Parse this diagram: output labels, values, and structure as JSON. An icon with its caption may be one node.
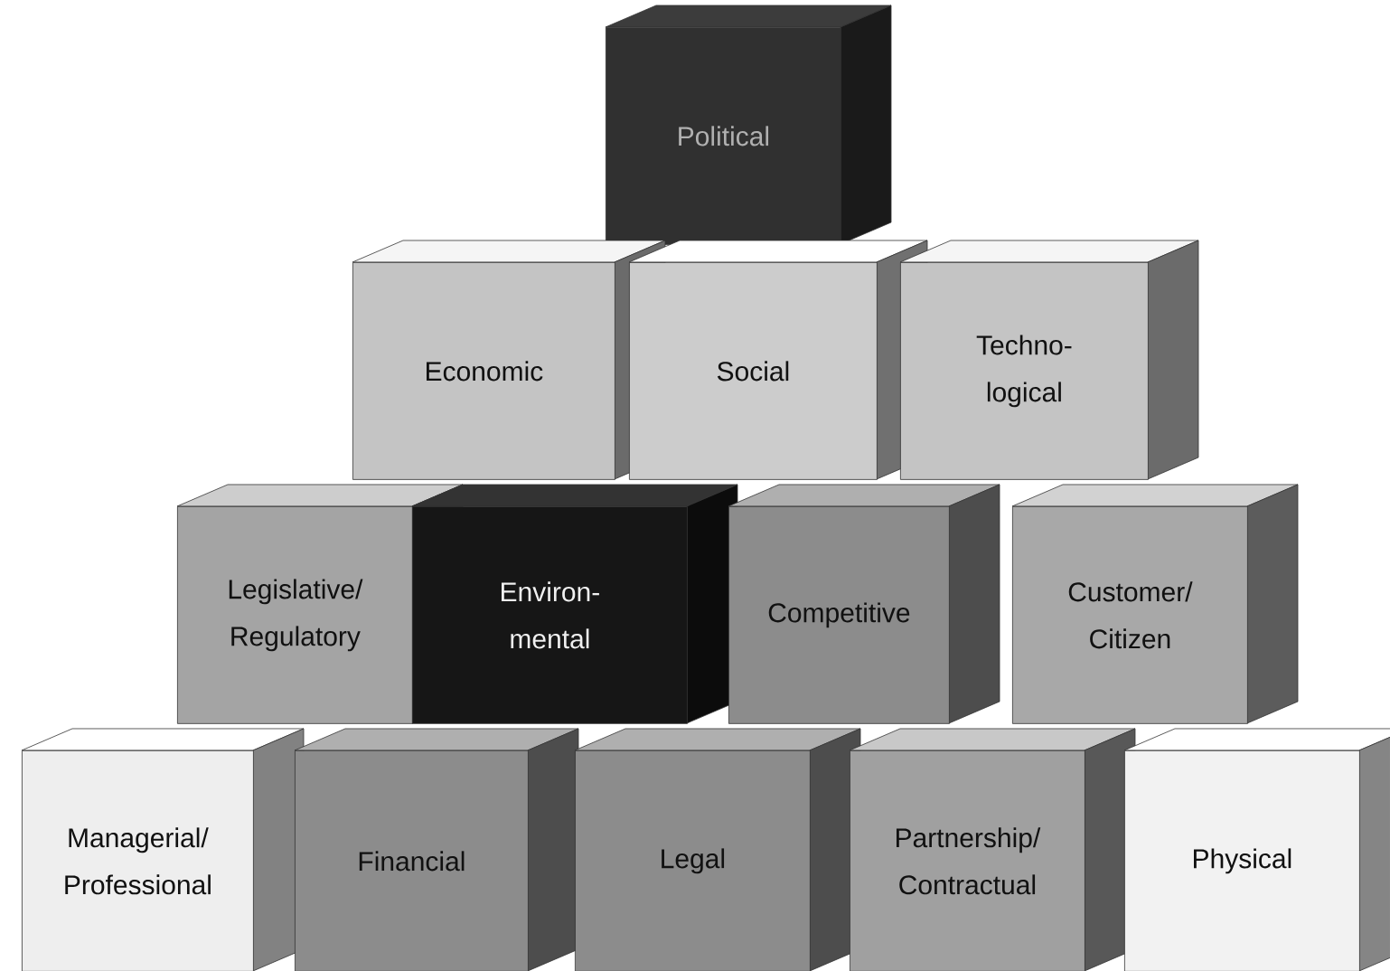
{
  "diagram": {
    "nodes": [
      {
        "text": [
          "Political"
        ]
      },
      {
        "text": [
          "Economic"
        ]
      },
      {
        "text": [
          "Social"
        ]
      },
      {
        "text": [
          "Techno- logical"
        ]
      },
      {
        "text": [
          "Legislative/ Regulatory"
        ]
      },
      {
        "text": [
          "Environ- mental"
        ]
      },
      {
        "text": [
          "Competitive"
        ]
      },
      {
        "text": [
          "Customer/ Citizen"
        ]
      },
      {
        "text": [
          "Managerial/ Professional"
        ]
      },
      {
        "text": [
          "Financial"
        ]
      },
      {
        "text": [
          "Legal"
        ]
      },
      {
        "text": [
          "Partnership/ Contractual"
        ]
      },
      {
        "text": [
          "Physical"
        ]
      }
    ]
  }
}
